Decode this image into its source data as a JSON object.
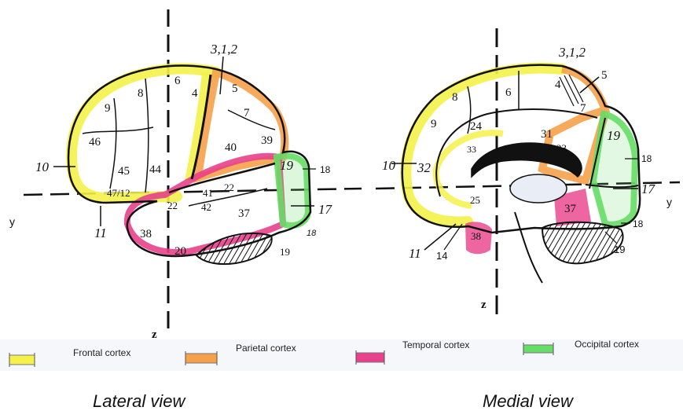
{
  "colors": {
    "frontal": "#f4f24a",
    "parietal": "#f6a04a",
    "temporal": "#e8408a",
    "occipital": "#66dd66"
  },
  "axes": {
    "lateral": {
      "y": "y",
      "z": "z"
    },
    "medial": {
      "y": "y",
      "z": "z"
    }
  },
  "lateral_labels": {
    "a312": "3,1,2",
    "a6": "6",
    "a4": "4",
    "a5": "5",
    "a8": "8",
    "a9": "9",
    "a7": "7",
    "a46": "46",
    "a10": "10",
    "a45": "45",
    "a44": "44",
    "a40": "40",
    "a39": "39",
    "a19": "19",
    "a18": "18",
    "a4712": "47/12",
    "a41": "41",
    "a42": "42",
    "a22a": "22",
    "a22b": "22",
    "a37": "37",
    "a17": "17",
    "a18b": "18",
    "a38": "38",
    "a20": "20",
    "a11": "11",
    "a19b": "19"
  },
  "medial_labels": {
    "a312": "3,1,2",
    "a5": "5",
    "a6": "6",
    "a4": "4",
    "a8": "8",
    "a9": "9",
    "a7": "7",
    "a24": "24",
    "a33": "33",
    "a31": "31",
    "a23": "23",
    "a19": "19",
    "a10": "10",
    "a32": "32",
    "a18": "18",
    "a17": "17",
    "a25": "25",
    "a37": "37",
    "a18b": "18",
    "a38": "38",
    "a11": "11",
    "a14": "14",
    "a19b": "19"
  },
  "legend": [
    {
      "label": "Frontal cortex",
      "color": "#f4f24a"
    },
    {
      "label": "Parietal cortex",
      "color": "#f6a04a"
    },
    {
      "label": "Temporal cortex",
      "color": "#e8408a"
    },
    {
      "label": "Occipital cortex",
      "color": "#66dd66"
    }
  ],
  "captions": {
    "lateral": "Lateral view",
    "medial": "Medial view"
  }
}
